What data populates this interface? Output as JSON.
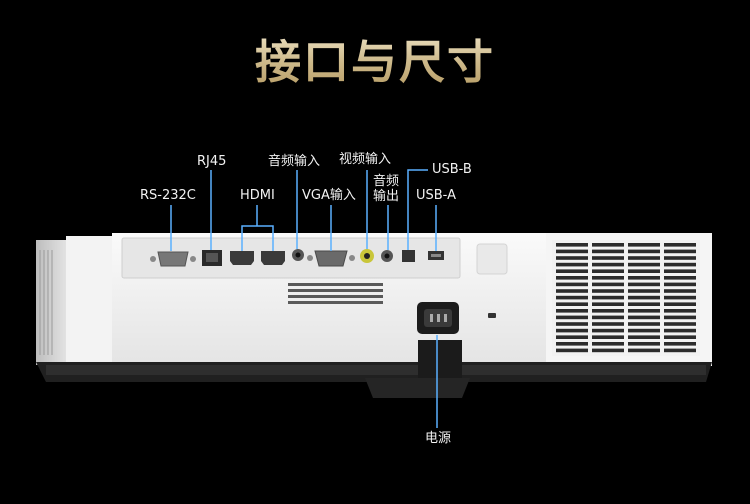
{
  "title": "接口与尺寸",
  "labels": {
    "rs232c": "RS-232C",
    "rj45": "RJ45",
    "hdmi": "HDMI",
    "audio_in": "音频输入",
    "vga_in": "VGA输入",
    "video_in": "视频输入",
    "audio_out_line1": "音频",
    "audio_out_line2": "输出",
    "usb_b": "USB-B",
    "usb_a": "USB-A",
    "power": "电源"
  },
  "colors": {
    "background": "#000000",
    "title_gold": "#d8c9a3",
    "callout_line": "#5ab0ff",
    "body": "#f1f1f1"
  }
}
